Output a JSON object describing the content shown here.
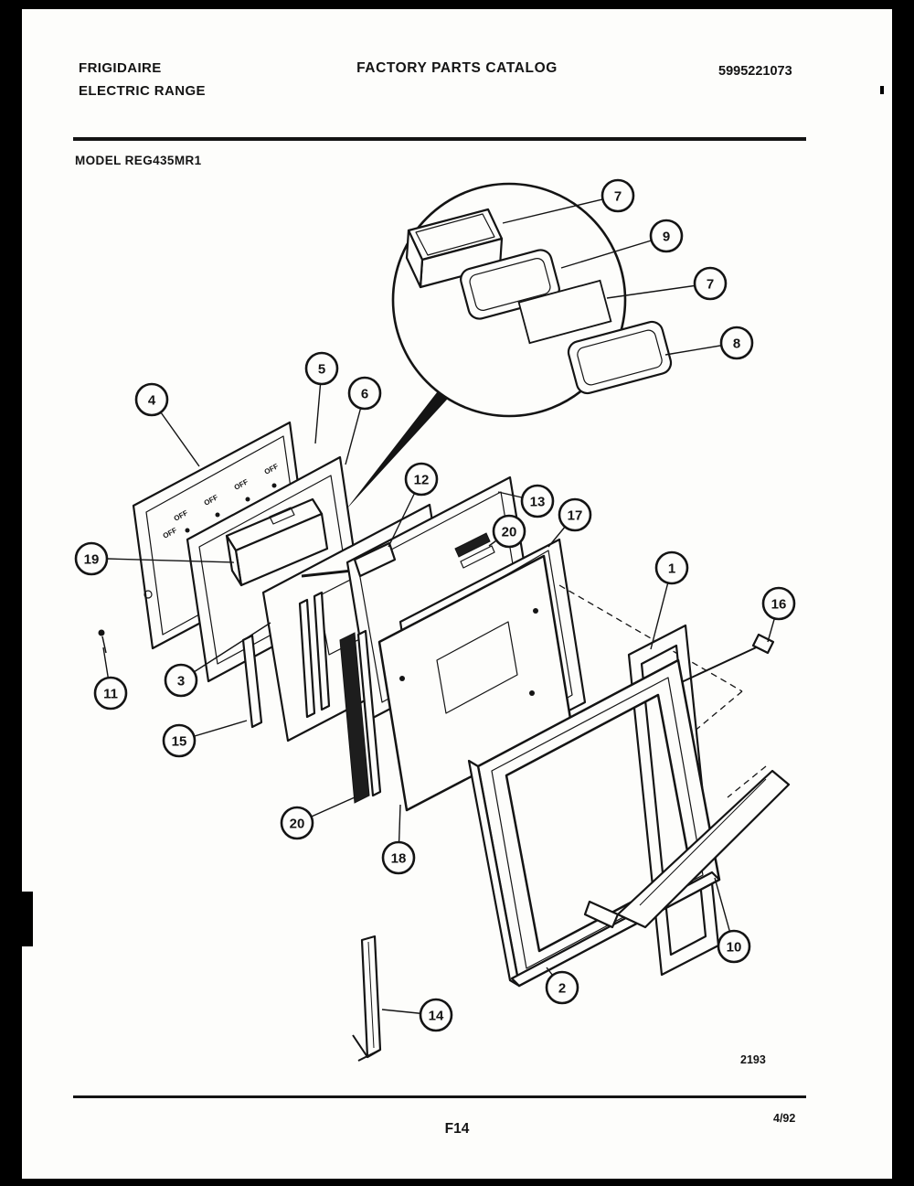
{
  "colors": {
    "paper": "#fdfdfb",
    "ink": "#141414"
  },
  "header": {
    "brand_line1": "FRIGIDAIRE",
    "brand_line2": "ELECTRIC RANGE",
    "title": "FACTORY PARTS CATALOG",
    "doc_number": "5995221073"
  },
  "model_line": "MODEL REG435MR1",
  "diagram": {
    "panel_marking": "OFF",
    "figure_code": "2193",
    "callouts": [
      "7",
      "9",
      "7",
      "8",
      "4",
      "5",
      "6",
      "12",
      "13",
      "20",
      "17",
      "1",
      "16",
      "19",
      "11",
      "3",
      "15",
      "20",
      "18",
      "2",
      "10",
      "14"
    ]
  },
  "footer": {
    "page_code": "F14",
    "revision": "4/92"
  }
}
